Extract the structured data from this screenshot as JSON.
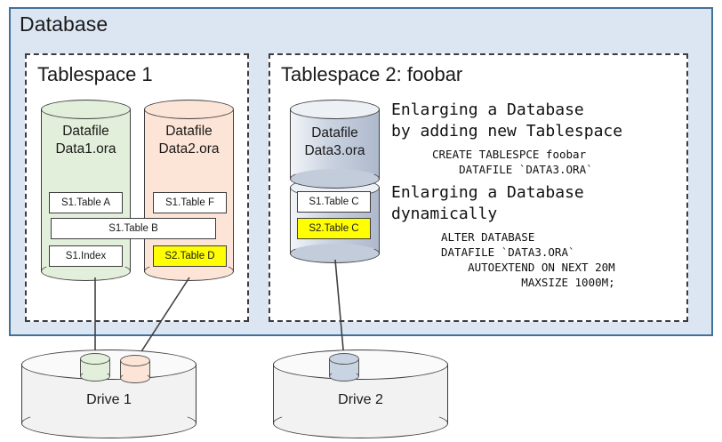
{
  "database": {
    "title": "Database",
    "fill_color": "#DCE6F2",
    "border_color": "#41719C"
  },
  "tablespaces": [
    {
      "title": "Tablespace 1",
      "datafiles": [
        {
          "name_line1": "Datafile",
          "name_line2": "Data1.ora",
          "color": "#E2EFDA",
          "segments": [
            {
              "label": "S1.Table A",
              "highlight": false
            },
            {
              "label": "S1.Index",
              "highlight": false
            }
          ]
        },
        {
          "name_line1": "Datafile",
          "name_line2": "Data2.ora",
          "color": "#FCE4D6",
          "segments": [
            {
              "label": "S1.Table F",
              "highlight": false
            },
            {
              "label": "S2.Table D",
              "highlight": true
            }
          ]
        }
      ],
      "spanning_segment": {
        "label": "S1.Table B",
        "highlight": false
      }
    },
    {
      "title": "Tablespace 2: foobar",
      "datafiles": [
        {
          "name_line1": "Datafile",
          "name_line2": "Data3.ora",
          "color": "#C9D2E0",
          "segments": [
            {
              "label": "S1.Table C",
              "highlight": false
            },
            {
              "label": "S2.Table C",
              "highlight": true
            }
          ]
        }
      ],
      "notes": [
        {
          "heading": "Enlarging a Database\nby adding new Tablespace",
          "code": "CREATE TABLESPCE foobar\n    DATAFILE `DATA3.ORA`"
        },
        {
          "heading": "Enlarging a Database\ndynamically",
          "code": "ALTER DATABASE\nDATAFILE `DATA3.ORA`\n    AUTOEXTEND ON NEXT 20M\n            MAXSIZE 1000M;"
        }
      ]
    }
  ],
  "drives": [
    {
      "label": "Drive 1",
      "platters": [
        {
          "color": "#E2EFDA"
        },
        {
          "color": "#FCE4D6"
        }
      ]
    },
    {
      "label": "Drive 2",
      "platters": [
        {
          "color": "#C9D4E3"
        }
      ]
    }
  ],
  "highlight_color": "#FFFF00"
}
